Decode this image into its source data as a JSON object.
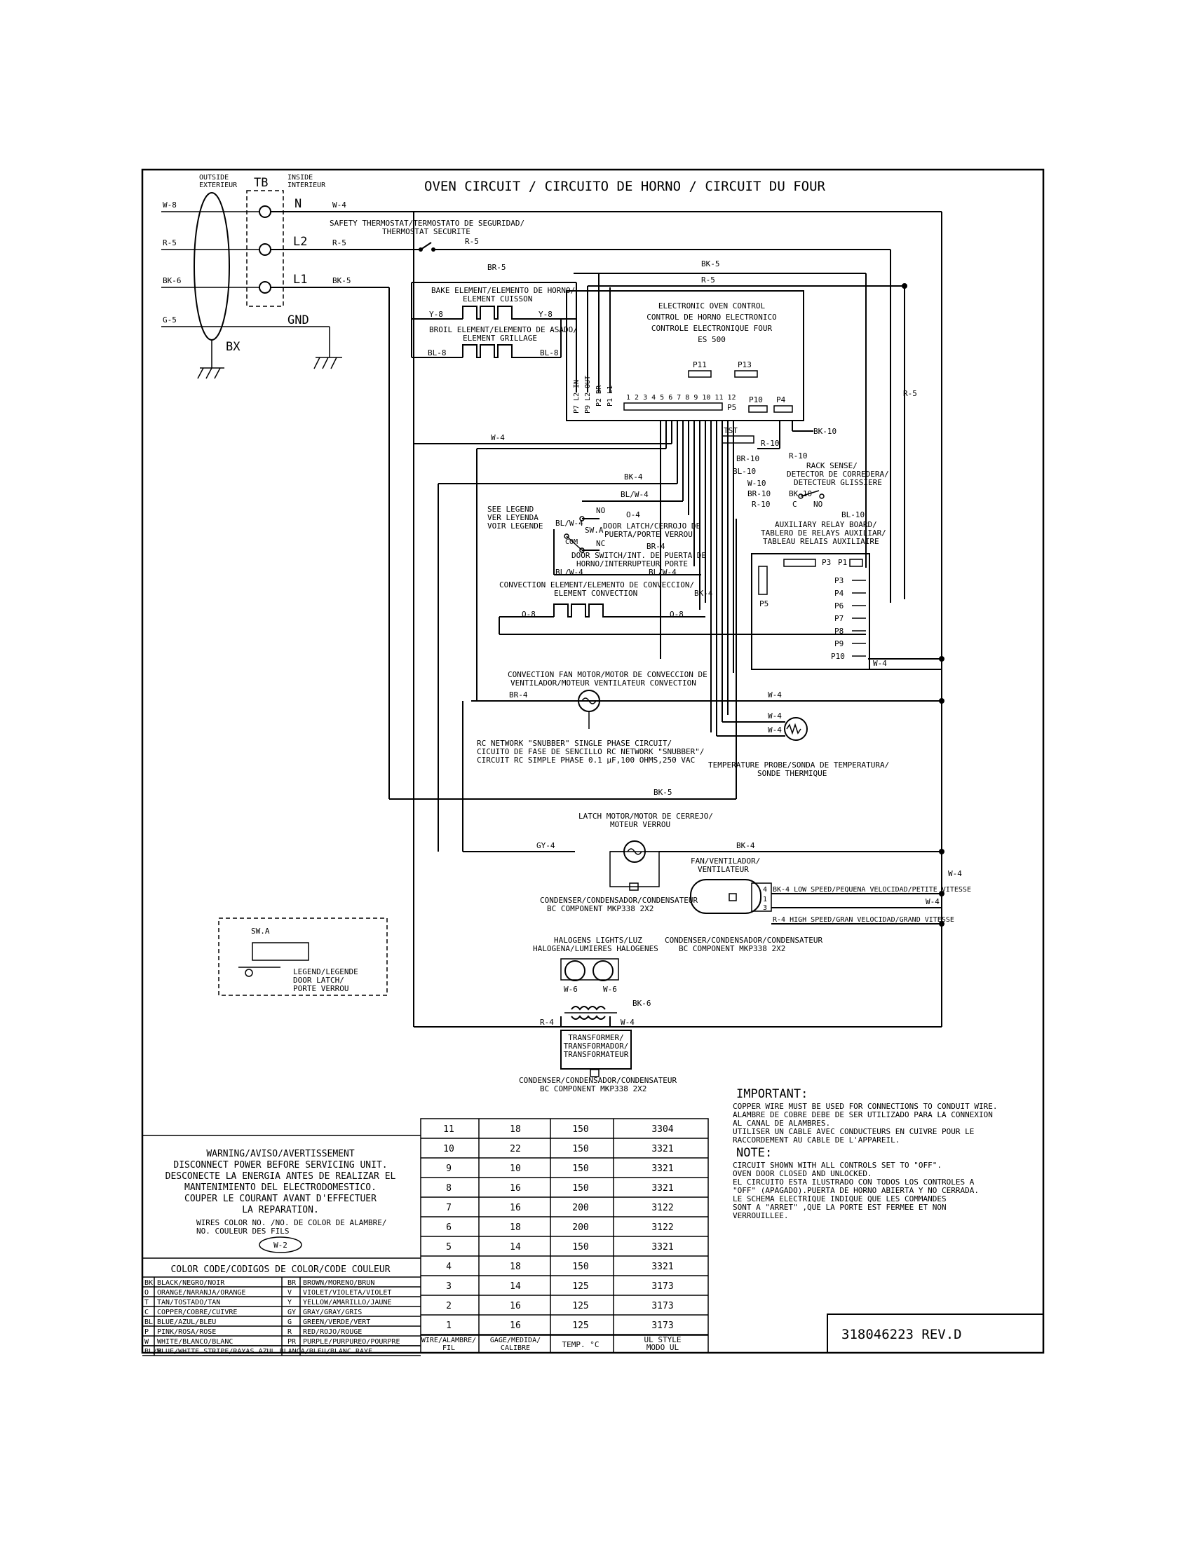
{
  "title": "OVEN CIRCUIT / CIRCUITO DE HORNO / CIRCUIT DU FOUR",
  "terminal": {
    "outside": [
      "OUTSIDE",
      "EXTERIEUR"
    ],
    "tb": "TB",
    "inside": [
      "INSIDE",
      "INTERIEUR"
    ],
    "n": "N",
    "l2": "L2",
    "l1": "L1",
    "gnd": "GND",
    "bx": "BX",
    "wires_left": [
      "W-8",
      "R-5",
      "BK-6",
      "G-5"
    ],
    "wires_right": [
      "W-4",
      "R-5",
      "BK-5"
    ]
  },
  "safety_thermostat": [
    "SAFETY THERMOSTAT/TERMOSTATO DE SEGURIDAD/",
    "THERMOSTAT SECURITE"
  ],
  "bake_element": [
    "BAKE ELEMENT/ELEMENTO DE HORNO/",
    "ELEMENT CUISSON"
  ],
  "broil_element": [
    "BROIL ELEMENT/ELEMENTO DE ASADO/",
    "ELEMENT GRILLAGE"
  ],
  "eoc": {
    "lines": [
      "ELECTRONIC OVEN CONTROL",
      "CONTROL DE HORNO ELECTRONICO",
      "CONTROLE ELECTRONIQUE FOUR",
      "ES 500"
    ],
    "p11": "P11",
    "p13": "P13",
    "p5": "P5",
    "p10": "P10",
    "p4": "P4",
    "pin_labels": [
      "P7 L2 IN",
      "P9 L2 OUT",
      "P2 BR",
      "P1 L1"
    ],
    "p5_pins": "1 2 3 4 5 6 7 8 9 10 11 12"
  },
  "wire_labels": {
    "br5": "BR-5",
    "bk5": "BK-5",
    "r5": "R-5",
    "y8a": "Y-8",
    "y8b": "Y-8",
    "bl8a": "BL-8",
    "bl8b": "BL-8",
    "w4": "W-4",
    "bk4": "BK-4",
    "blw4": "BL/W-4",
    "o4": "O-4",
    "br4": "BR-4",
    "bk10": "BK-10",
    "r10": "R-10",
    "bl10": "BL-10",
    "w10": "W-10",
    "br10": "BR-10",
    "o8": "O-8",
    "gy4": "GY-4",
    "w6": "W-6",
    "bk6": "BK-6",
    "r4": "R-4"
  },
  "tst": "TST",
  "rack_sense": [
    "RACK SENSE/",
    "DETECTOR DE CORREDERA/",
    "DETECTEUR GLISSIERE"
  ],
  "rack_c": "C",
  "rack_no": "NO",
  "see_legend": [
    "SEE LEGEND",
    "VER LEYENDA",
    "VOIR LEGENDE"
  ],
  "door_switch": {
    "no": "NO",
    "com": "COM",
    "nc": "NC",
    "swa": "SW.A",
    "latch": [
      "DOOR LATCH/CERROJO DE",
      "PUERTA/PORTE VERROU"
    ],
    "switch": [
      "DOOR SWITCH/INT. DE PUERTA DE",
      "HORNO/INTERRUPTEUR PORTE"
    ]
  },
  "relay_board": {
    "lines": [
      "AUXILIARY RELAY BOARD/",
      "TABLERO DE RELAYS AUXILIAR/",
      "TABLEAU RELAIS AUXILIAIRE"
    ],
    "p3": "P3",
    "p1": "P1",
    "p5": "P5",
    "pins": [
      "P3",
      "P4",
      "P6",
      "P7",
      "P8",
      "P9",
      "P10"
    ]
  },
  "convection_element": [
    "CONVECTION ELEMENT/ELEMENTO DE CONVECCION/",
    "ELEMENT CONVECTION"
  ],
  "convection_fan": [
    "CONVECTION FAN MOTOR/MOTOR DE CONVECCION DE",
    "VENTILADOR/MOTEUR VENTILATEUR CONVECTION"
  ],
  "rc_network": [
    "RC NETWORK \"SNUBBER\" SINGLE PHASE CIRCUIT/",
    "CICUITO DE FASE DE SENCILLO RC NETWORK \"SNUBBER\"/",
    "CIRCUIT RC SIMPLE PHASE 0.1 µF,100 OHMS,250 VAC"
  ],
  "temp_probe": [
    "TEMPERATURE PROBE/SONDA DE TEMPERATURA/",
    "SONDE THERMIQUE"
  ],
  "latch_motor": [
    "LATCH MOTOR/MOTOR DE CERREJO/",
    "MOTEUR VERROU"
  ],
  "fan": [
    "FAN/VENTILADOR/",
    "VENTILATEUR"
  ],
  "fan_speeds": {
    "low": "BK-4  LOW SPEED/PEQUENA VELOCIDAD/PETITE VITESSE",
    "high": "R-4  HIGH SPEED/GRAN VELOCIDAD/GRAND VITESSE"
  },
  "condenser": [
    "CONDENSER/CONDENSADOR/CONDENSATEUR",
    "BC COMPONENT MKP338 2X2"
  ],
  "halogen": [
    "HALOGENS LIGHTS/LUZ",
    "HALOGENA/LUMIERES HALOGENES"
  ],
  "transformer": [
    "TRANSFORMER/",
    "TRANSFORMADOR/",
    "TRANSFORMATEUR"
  ],
  "legend": {
    "swa": "SW.A",
    "lines": [
      "LEGEND/LEGENDE",
      "DOOR LATCH/",
      "PORTE VERROU"
    ]
  },
  "warning": {
    "lines": [
      "WARNING/AVISO/AVERTISSEMENT",
      "DISCONNECT POWER BEFORE SERVICING UNIT.",
      "DESCONECTE LA ENERGIA ANTES DE REALIZAR EL",
      "MANTENIMIENTO DEL ELECTRODOMESTICO.",
      "COUPER LE COURANT AVANT D'EFFECTUER",
      "LA REPARATION."
    ],
    "wires_color": [
      "WIRES COLOR NO. /NO. DE COLOR DE ALAMBRE/",
      "NO. COULEUR DES FILS"
    ],
    "w2": "W-2"
  },
  "color_code": {
    "title": "COLOR CODE/CODIGOS DE COLOR/CODE COULEUR",
    "rows": [
      [
        "BK",
        "BLACK/NEGRO/NOIR",
        "BR",
        "BROWN/MORENO/BRUN"
      ],
      [
        "O",
        "ORANGE/NARANJA/ORANGE",
        "V",
        "VIOLET/VIOLETA/VIOLET"
      ],
      [
        "T",
        "TAN/TOSTADO/TAN",
        "Y",
        "YELLOW/AMARILLO/JAUNE"
      ],
      [
        "C",
        "COPPER/COBRE/CUIVRE",
        "GY",
        "GRAY/GRAY/GRIS"
      ],
      [
        "BL",
        "BLUE/AZUL/BLEU",
        "G",
        "GREEN/VERDE/VERT"
      ],
      [
        "P",
        "PINK/ROSA/ROSE",
        "R",
        "RED/ROJO/ROUGE"
      ],
      [
        "W",
        "WHITE/BLANCO/BLANC",
        "PR",
        "PURPLE/PURPUREO/POURPRE"
      ]
    ],
    "last": [
      "BL/W",
      "BLUE/WHITE STRIPE/RAYAS AZUL BLANCA/BLEU/BLANC RAYE"
    ]
  },
  "wire_table": {
    "rows": [
      [
        "11",
        "18",
        "150",
        "3304"
      ],
      [
        "10",
        "22",
        "150",
        "3321"
      ],
      [
        "9",
        "10",
        "150",
        "3321"
      ],
      [
        "8",
        "16",
        "150",
        "3321"
      ],
      [
        "7",
        "16",
        "200",
        "3122"
      ],
      [
        "6",
        "18",
        "200",
        "3122"
      ],
      [
        "5",
        "14",
        "150",
        "3321"
      ],
      [
        "4",
        "18",
        "150",
        "3321"
      ],
      [
        "3",
        "14",
        "125",
        "3173"
      ],
      [
        "2",
        "16",
        "125",
        "3173"
      ],
      [
        "1",
        "16",
        "125",
        "3173"
      ]
    ],
    "headers": [
      [
        "WIRE/ALAMBRE/",
        "FIL"
      ],
      [
        "GAGE/MEDIDA/",
        "CALIBRE"
      ],
      [
        "TEMP. °C"
      ],
      [
        "UL STYLE",
        "MODO UL"
      ]
    ]
  },
  "important": {
    "title": "IMPORTANT:",
    "lines": [
      "COPPER WIRE MUST BE USED FOR CONNECTIONS TO CONDUIT WIRE.",
      "ALAMBRE DE COBRE DEBE DE SER UTILIZADO PARA LA CONNEXION",
      "AL CANAL DE ALAMBRES.",
      "UTILISER UN CABLE AVEC CONDUCTEURS EN CUIVRE POUR LE",
      "RACCORDEMENT AU CABLE DE L'APPAREIL."
    ]
  },
  "note": {
    "title": "NOTE:",
    "lines": [
      "CIRCUIT SHOWN WITH ALL CONTROLS SET TO \"OFF\".",
      "OVEN DOOR CLOSED AND UNLOCKED.",
      "EL CIRCUITO ESTA ILUSTRADO CON TODOS LOS CONTROLES A",
      "\"OFF\" (APAGADO).PUERTA DE HORNO ABIERTA Y NO CERRADA.",
      "LE SCHEMA ELECTRIQUE INDIQUE QUE LES COMMANDES",
      "SONT A \"ARRET\" ,QUE LA PORTE EST FERMEE ET NON",
      "VERROUILLEE."
    ]
  },
  "part_number": "318046223   REV.D"
}
